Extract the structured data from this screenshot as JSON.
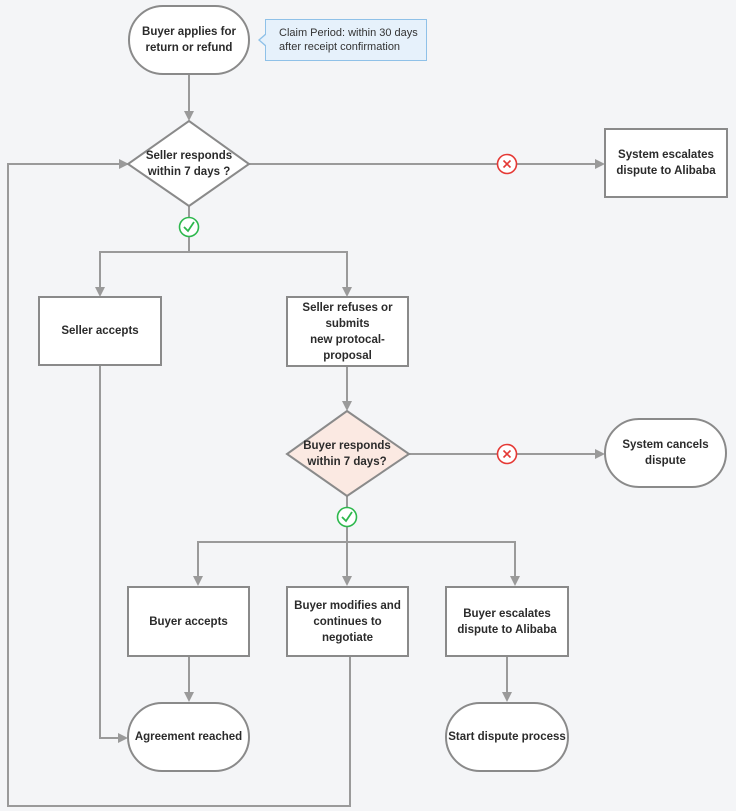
{
  "nodes": {
    "buyer_applies": "Buyer applies for\nreturn or refund",
    "claim_note": "Claim Period: within 30 days\nafter receipt confirmation",
    "seller_responds": "Seller responds\nwithin 7 days ?",
    "system_escalates": "System escalates\ndispute to Alibaba",
    "seller_accepts": "Seller accepts",
    "seller_refuses": "Seller refuses or submits\nnew protocal-proposal",
    "buyer_responds": "Buyer responds\nwithin 7 days?",
    "system_cancels": "System cancels\ndispute",
    "buyer_accepts": "Buyer accepts",
    "buyer_modifies": "Buyer modifies and\ncontinues to negotiate",
    "buyer_escalates": "Buyer escalates\ndispute to Alibaba",
    "agreement_reached": "Agreement reached",
    "start_dispute": "Start dispute process"
  },
  "colors": {
    "line": "#9a9a9a",
    "node_border": "#8a8a8a",
    "diamond_fill_default": "#ffffff",
    "diamond_fill_highlight": "#fbe9e2",
    "yes_icon": "#2db84d",
    "no_icon": "#e53935",
    "note_fill": "#e6f1fb"
  },
  "icons": [
    "check-icon",
    "x-icon"
  ]
}
